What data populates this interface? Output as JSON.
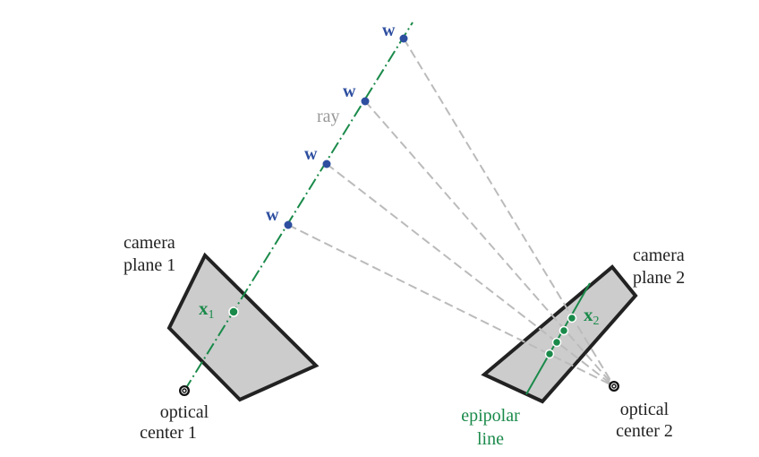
{
  "colors": {
    "green": "#1a8a4a",
    "blue": "#2e4fa0",
    "gray_ray": "#bbbbbb",
    "plane_fill": "#cccccc",
    "outline": "#222222",
    "ray_text": "#999999"
  },
  "labels": {
    "camera_plane_1": [
      "camera",
      "plane 1"
    ],
    "camera_plane_2": [
      "camera",
      "plane 2"
    ],
    "optical_center_1": [
      "optical",
      "center 1"
    ],
    "optical_center_2": [
      "optical",
      "center 2"
    ],
    "epipolar_line": [
      "epipolar",
      "line"
    ],
    "ray": "ray",
    "x1": "x",
    "x1_sub": "1",
    "x2": "x",
    "x2_sub": "2",
    "w": "w"
  },
  "world_point_count": 4,
  "icons": {
    "optical_center": "bullseye-dot-icon"
  }
}
